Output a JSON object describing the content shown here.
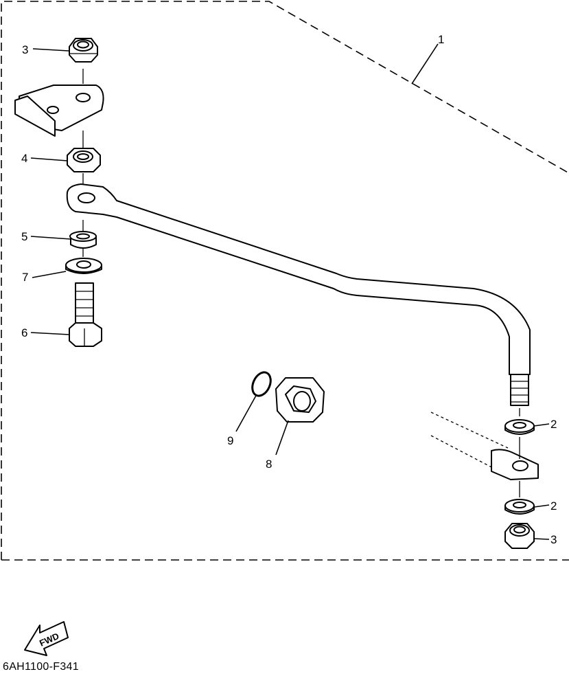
{
  "callouts": {
    "c1": "1",
    "c2a": "2",
    "c2b": "2",
    "c3a": "3",
    "c3b": "3",
    "c4": "4",
    "c5": "5",
    "c6": "6",
    "c7": "7",
    "c8": "8",
    "c9": "9"
  },
  "fwd_label": "FWD",
  "diagram_code": "6AH1100-F341"
}
